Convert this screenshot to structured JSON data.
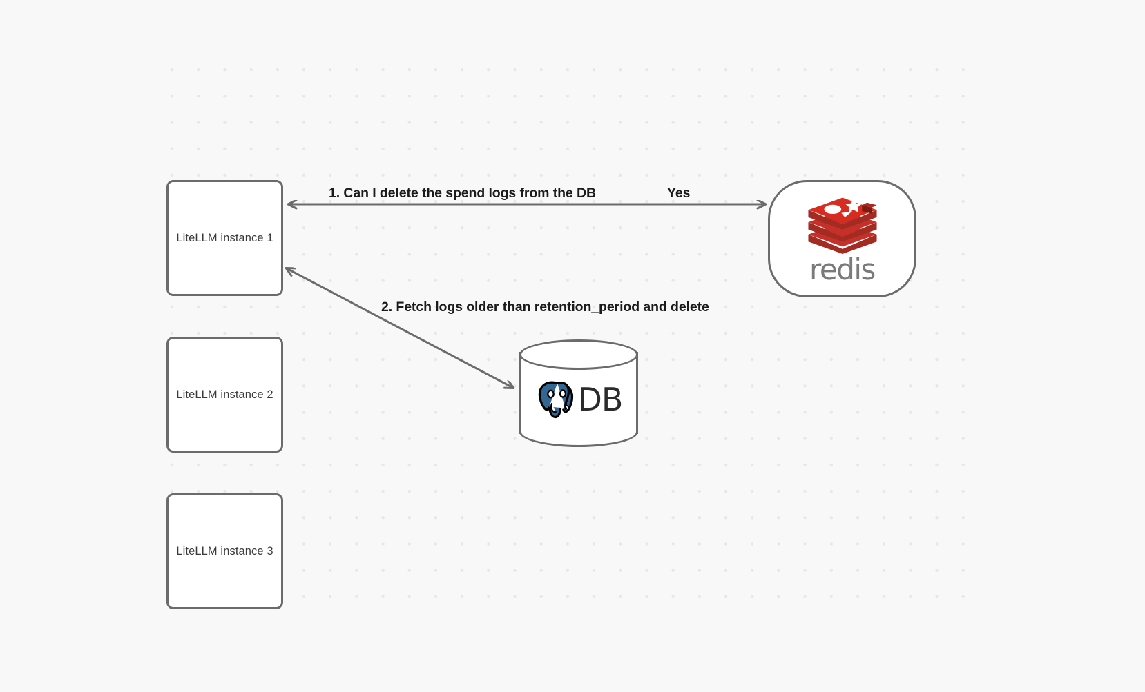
{
  "canvas": {
    "background_color": "#f8f8f8",
    "grid_dot_color": "#e7e7e8",
    "stroke_color": "#6b6b6b"
  },
  "nodes": [
    {
      "id": "litellm-1",
      "label": "LiteLLM instance 1",
      "shape": "rounded-rect"
    },
    {
      "id": "litellm-2",
      "label": "LiteLLM instance 2",
      "shape": "rounded-rect"
    },
    {
      "id": "litellm-3",
      "label": "LiteLLM instance 3",
      "shape": "rounded-rect"
    },
    {
      "id": "redis",
      "label": "redis",
      "shape": "stadium",
      "logo": "redis-logo",
      "logo_color": "#c6302b",
      "text_color": "#7a7a7a"
    },
    {
      "id": "database",
      "label": "DB",
      "shape": "cylinder",
      "logo": "postgresql-elephant-logo",
      "logo_color": "#336791",
      "text_color": "#2b2b2b"
    }
  ],
  "edges": [
    {
      "id": "edge-step-1",
      "from": "litellm-1",
      "to": "redis",
      "direction": "bidirectional",
      "label": "1.  Can I delete the spend logs from the DB",
      "answer_label": "Yes"
    },
    {
      "id": "edge-step-2",
      "from": "litellm-1",
      "to": "database",
      "direction": "bidirectional",
      "label": "2.  Fetch logs older than retention_period and delete"
    }
  ],
  "labels": {
    "step_1": "1.  Can I delete the spend logs from the DB",
    "step_1_answer": "Yes",
    "step_2": "2.  Fetch logs older than retention_period and delete"
  }
}
